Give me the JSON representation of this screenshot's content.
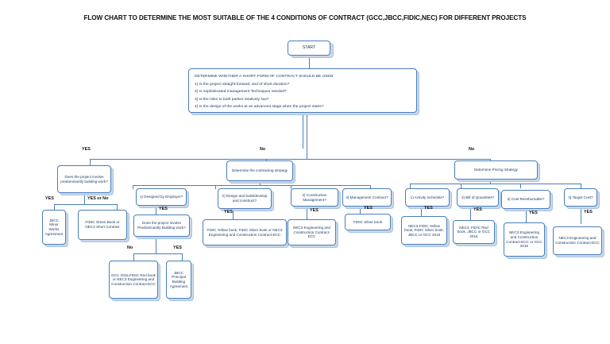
{
  "title": "FLOW CHART TO DETERMINE THE MOST SUITABLE OF THE 4 CONDITIONS OF CONTRACT (GCC,JBCC,FIDIC,NEC) FOR DIFFERENT PROJECTS",
  "colors": {
    "box_border": "#4a7ebb",
    "box_fill": "#ffffff",
    "shadow_fill": "#c9d8ea",
    "text": "#1a3b66",
    "label_text": "#111111",
    "page_background": "#ffffff"
  },
  "nodes": {
    "start": "START",
    "determine_short_form": {
      "heading": "DETERMINE WHETHER A SHORT FORM OF CONTRACT SHOULD BE USED:",
      "q1": "1) Is the project straight-forward, and of short duration?",
      "q2": "2) Is sophisticated management Techniques needed?",
      "q3": "3) Is the risks to both parties relatively low?",
      "q4": "4) Is the design of the works at an advanced stage when the project starts?"
    },
    "predominantly_building": "Does the project involve predominantly building work?",
    "jbcc_minor_works": "JBCC Minor Works Agreement",
    "fidic_green_nec3_short": "FIDIC Green Book or NEC3 Short Contract",
    "determine_contracting_strategy": "Determine the contracting strategy",
    "designed_by_employer": "1) Designed by Employer?",
    "predominantly_building_2": "Does the project involve Predominantly Building work?",
    "gcc2015_fidic_red_nec3": "GCC 2015,FIDIC Red book or NEC3 Engineering and Construction Contract-ECC",
    "jbcc_principal_building": "JBCC Principal Building Agreement",
    "design_build": "2) Design and build/develop and construct?",
    "fidic_yellow_silver_nec3": "FIDIC Yellow book, FIDIC Silver book or NEC3 Engineering and Construction Contract-ECC",
    "construction_management": "3) Construction Management?",
    "nec3_ecc_a": "NEC3 Engineering and Construction Contract-ECC",
    "management_contract": "4) Management Contract?",
    "fidic_silver_book": "FIDIC Silver book",
    "determine_pricing_strategy": "Determine Pricing Strategy",
    "activity_schedule": "1) Activity Schedule?",
    "nec3_fidic_yellow_silver_jbcc_gcc": "NEC3,FIDIC Yellow book, FIDIC Silver book, JBCC or GCC 2015",
    "bill_of_quantities": "2) Bill of Quantities?",
    "nec3_fidic_red_jbcc_gcc": "NEC3, FIDIC Red book, JBCC or GCC 2015",
    "cost_reimbursable": "3) Cost Reimbursable?",
    "nec3_ecc_or_gcc2015": "NEC3 Engineering and Construction Contract-ECC or GCC 2015",
    "target_cost": "4) Target Cost?",
    "nec3_ecc_b": "NEC3 Engineering and Construction Contract-ECC"
  },
  "edge_labels": {
    "branch_yes": "YES",
    "branch_no_middle": "No",
    "branch_no_right": "No",
    "pb_yes": "YES",
    "pb_yes_or_no": "YES or No",
    "dbe_yes": "YES",
    "pb2_no": "No",
    "pb2_yes": "YES",
    "db_yes": "YES",
    "cm_yes": "YES",
    "mc_yes": "YES",
    "as_yes": "YES",
    "boq_yes": "YES",
    "cr_yes": "YES",
    "tc_yes": "YES"
  }
}
